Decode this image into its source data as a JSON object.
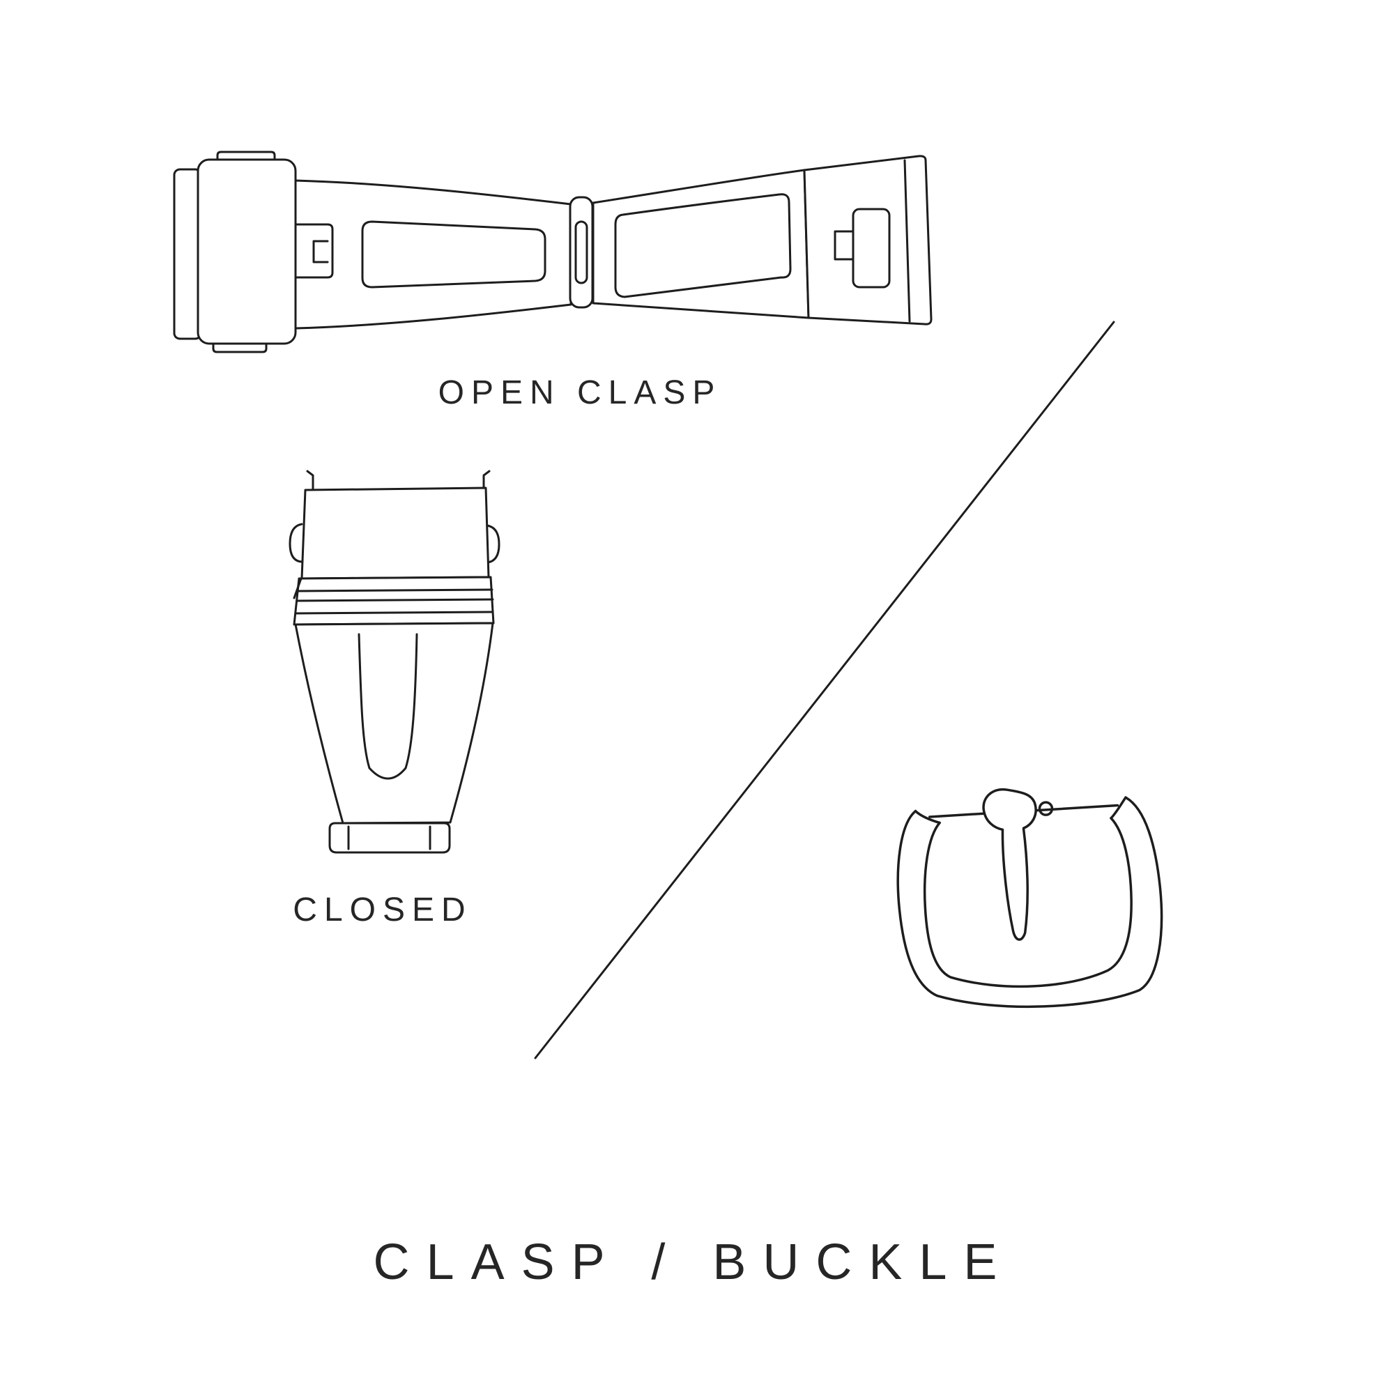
{
  "page": {
    "background_color": "#ffffff",
    "ink_color": "#1d1d1d",
    "text_color": "#262626"
  },
  "labels": {
    "open_clasp": "OPEN CLASP",
    "closed": "CLOSED",
    "title": "CLASP / BUCKLE"
  },
  "illustrations": [
    {
      "name": "open-clasp-illustration",
      "meaning": "deployant watch clasp shown open, top view"
    },
    {
      "name": "closed-clasp-illustration",
      "meaning": "deployant watch clasp shown closed, top view"
    },
    {
      "name": "tang-buckle-illustration",
      "meaning": "watch strap tang buckle, perspective view"
    },
    {
      "name": "diagonal-divider",
      "meaning": "thin diagonal separator line"
    }
  ]
}
